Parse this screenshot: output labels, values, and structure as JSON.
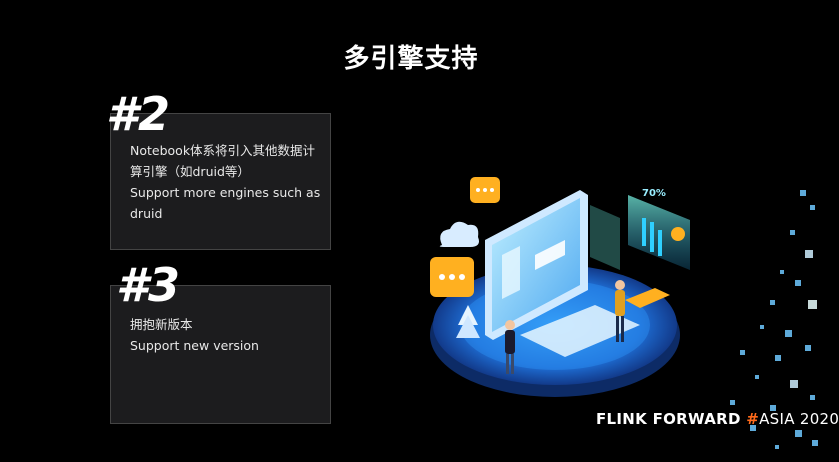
{
  "slide": {
    "title": "多引擎支持",
    "items": [
      {
        "number": "#2",
        "lines": [
          "Notebook体系将引入其他数据计",
          "算引擎（如druid等）",
          "Support more engines such as",
          "druid"
        ]
      },
      {
        "number": "#3",
        "lines": [
          "拥抱新版本",
          "Support new version"
        ]
      }
    ],
    "brand": {
      "main": "FLINK  FORWARD ",
      "hash": "#",
      "event": "ASIA 2020"
    },
    "illustration": {
      "percent_label": "70%"
    }
  },
  "colors": {
    "background": "#000000",
    "card": "#1c1c1e",
    "accent_orange": "#ff6a1a",
    "platform_blue": "#1f6fd6",
    "screen_cyan": "#6fd8ff"
  }
}
